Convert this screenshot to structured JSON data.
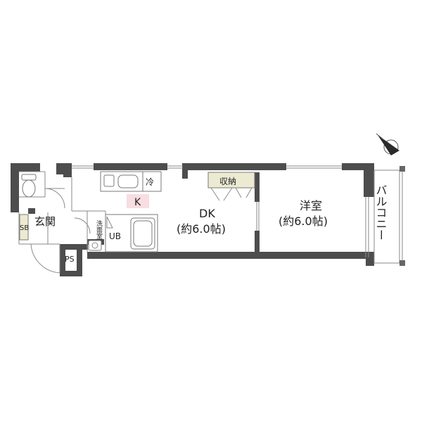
{
  "rooms": {
    "genkan": "玄関",
    "shoe_box": "SB",
    "pipe_space": "PS",
    "washroom": "洗面室",
    "bath": "UB",
    "refrigerator": "冷",
    "kitchen": "K",
    "storage": "収納",
    "dk_name": "DK",
    "dk_size": "(約6.0帖)",
    "western_name": "洋室",
    "western_size": "(約6.0帖)",
    "balcony": "バルコニー"
  },
  "colors": {
    "wall": "#4d4d4d",
    "kitchen_highlight": "#f8dde1",
    "storage_fill": "#ecebd2",
    "shoe_box_fill": "#ecebd2"
  },
  "icons": [
    "north-arrow-icon",
    "toilet-icon",
    "sink-icon",
    "stove-icon",
    "bathtub-icon",
    "wash-basin-icon"
  ]
}
